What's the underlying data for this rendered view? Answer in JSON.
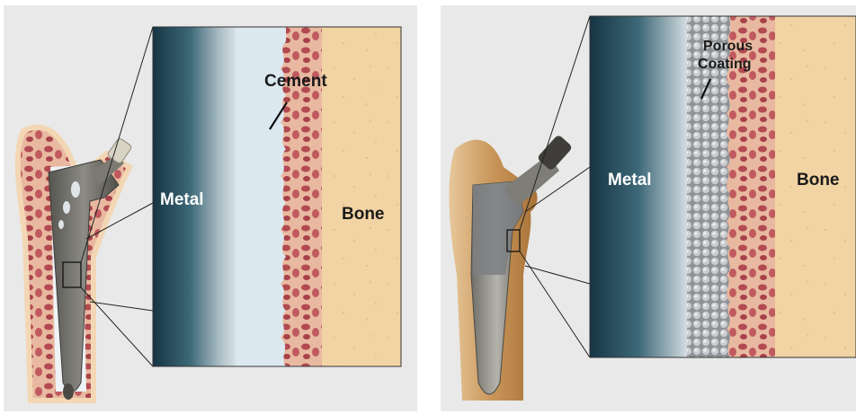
{
  "left_panel": {
    "metal_label": "Metal",
    "cement_label": "Cement",
    "bone_label": "Bone"
  },
  "right_panel": {
    "metal_label": "Metal",
    "coating_label_line1": "Porous",
    "coating_label_line2": "Coating",
    "bone_label": "Bone"
  },
  "colors": {
    "background": "#e9e9e9",
    "metal_dark": "#1e3f4c",
    "cement": "#dce8ef",
    "bone": "#f2d3a4",
    "trabecular": "#b34a52",
    "implant_grey": "#6f6e68"
  }
}
